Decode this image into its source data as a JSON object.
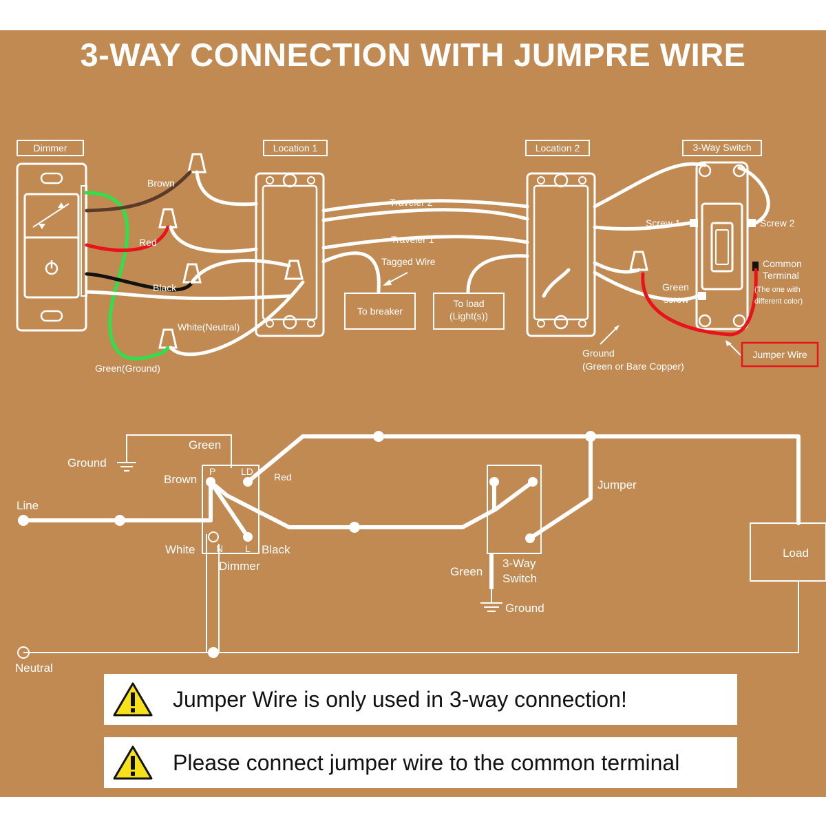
{
  "title": "3-WAY CONNECTION WITH JUMPRE WIRE",
  "wiring": {
    "headers": {
      "dimmer": "Dimmer",
      "location1": "Location 1",
      "location2": "Location 2",
      "three_way_switch": "3-Way Switch"
    },
    "wires": {
      "brown": "Brown",
      "red": "Red",
      "black": "Black",
      "white_neutral": "White(Neutral)",
      "green_ground": "Green(Ground)",
      "traveler2": "Traveler 2",
      "traveler1": "Traveler 1",
      "tagged_wire": "Tagged Wire",
      "to_breaker": "To breaker",
      "to_load_line1": "To load",
      "to_load_line2": "(Light(s))",
      "ground_line1": "Ground",
      "ground_line2": "(Green or Bare Copper)"
    },
    "switch_labels": {
      "screw1": "Screw 1",
      "screw2": "Screw 2",
      "common_line1": "Common",
      "common_line2": "Terminal",
      "common_note_line1": "(The one with",
      "common_note_line2": "different color)",
      "green_screw_line1": "Green",
      "green_screw_line2": "screw",
      "jumper_wire": "Jumper Wire"
    }
  },
  "schematic": {
    "ground_left": "Ground",
    "green_top": "Green",
    "brown": "Brown",
    "red": "Red",
    "terminal_p": "P",
    "terminal_ld": "LD",
    "line": "Line",
    "white": "White",
    "terminal_n": "N",
    "terminal_l": "L",
    "black": "Black",
    "dimmer": "Dimmer",
    "jumper": "Jumper",
    "green_switch": "Green",
    "three_way_line1": "3-Way",
    "three_way_line2": "Switch",
    "ground_switch": "Ground",
    "load": "Load",
    "neutral": "Neutral"
  },
  "warnings": [
    "Jumper Wire is only used in 3-way connection!",
    "Please connect jumper wire to the common terminal"
  ],
  "colors": {
    "background": "#c08a52",
    "wire_white": "#ffffff",
    "wire_green": "#2ee04c",
    "wire_red": "#e8141b",
    "wire_black": "#111111",
    "wire_brown": "#5a3a2a",
    "jumper_box": "#e8141b",
    "warning_triangle": "#f6e11b"
  }
}
